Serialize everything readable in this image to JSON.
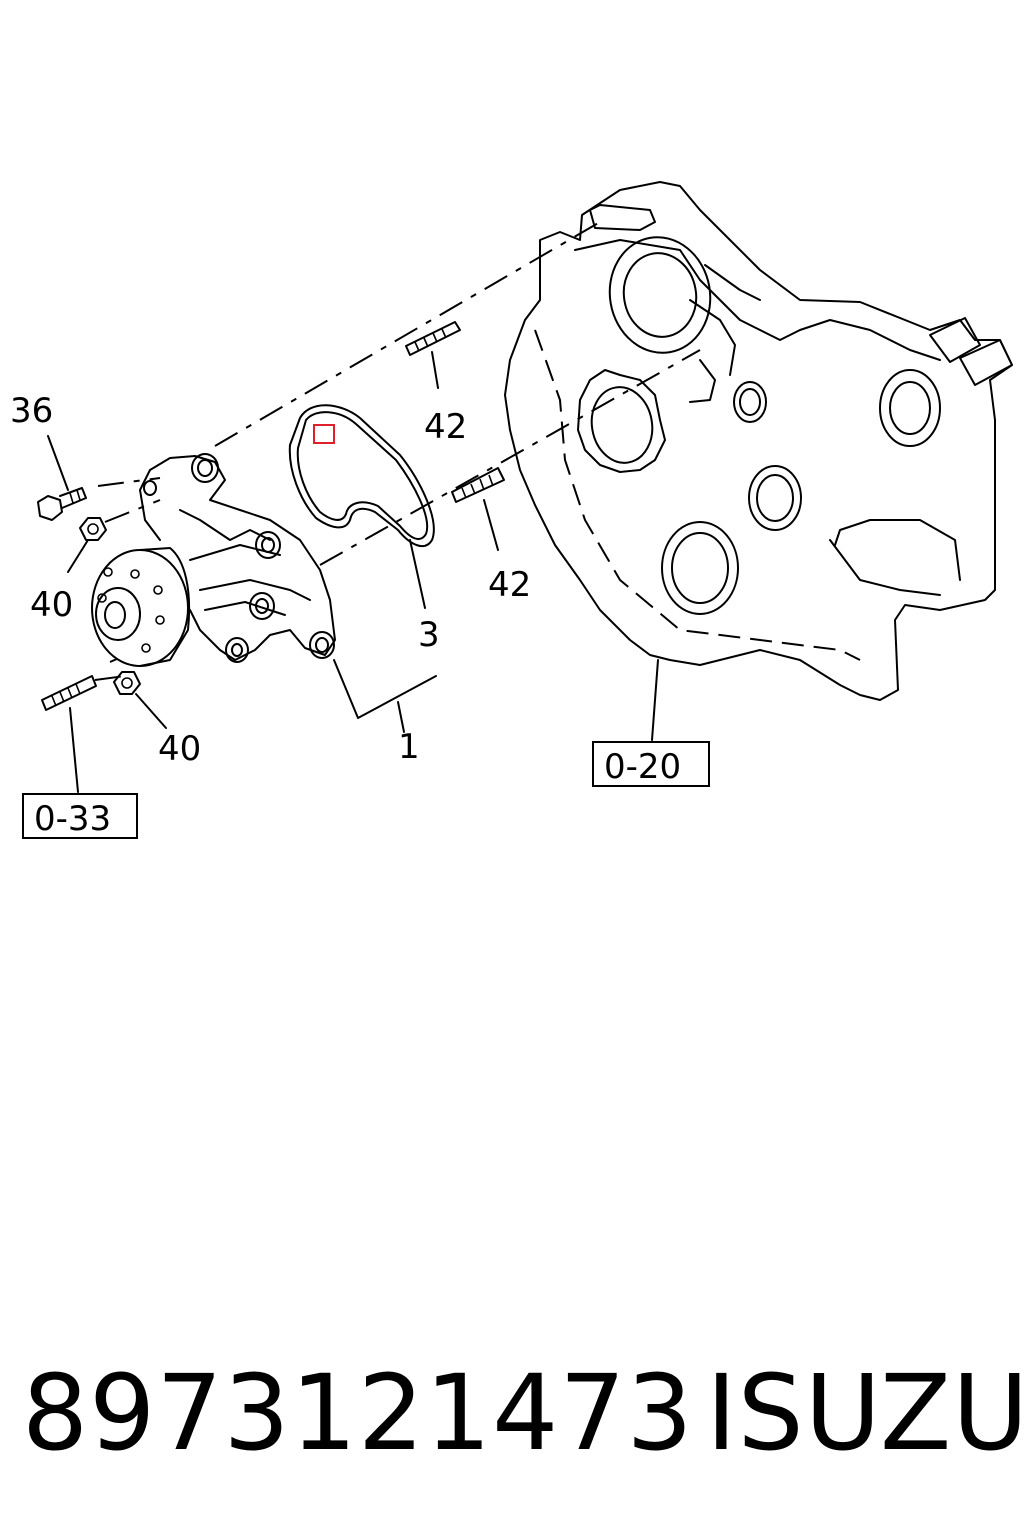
{
  "callouts": {
    "c36": "36",
    "c40a": "40",
    "c40b": "40",
    "c42a": "42",
    "c42b": "42",
    "c3": "3",
    "c1": "1"
  },
  "references": {
    "ref_033": "0-33",
    "ref_020": "0-20"
  },
  "footer": {
    "part_number": "8973121473",
    "brand": "ISUZU"
  },
  "colors": {
    "line": "#000000",
    "highlight": "#e0202a",
    "background": "#ffffff"
  },
  "icons": {
    "highlight_marker": "red-square-marker"
  }
}
